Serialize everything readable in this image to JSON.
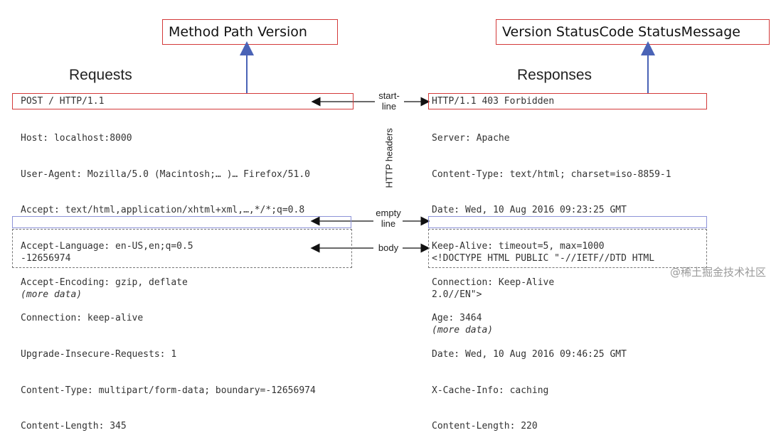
{
  "request": {
    "summary_label": "Method Path Version",
    "title": "Requests",
    "start_line": "POST / HTTP/1.1",
    "headers": [
      "Host: localhost:8000",
      "User-Agent: Mozilla/5.0 (Macintosh;… )… Firefox/51.0",
      "Accept: text/html,application/xhtml+xml,…,*/*;q=0.8",
      "Accept-Language: en-US,en;q=0.5",
      "Accept-Encoding: gzip, deflate",
      "Connection: keep-alive",
      "Upgrade-Insecure-Requests: 1",
      "Content-Type: multipart/form-data; boundary=-12656974",
      "Content-Length: 345"
    ],
    "body_lines": [
      "-12656974",
      "(more data)"
    ]
  },
  "response": {
    "summary_label": "Version StatusCode StatusMessage",
    "title": "Responses",
    "start_line": "HTTP/1.1 403 Forbidden",
    "headers": [
      "Server: Apache",
      "Content-Type: text/html; charset=iso-8859-1",
      "Date: Wed, 10 Aug 2016 09:23:25 GMT",
      "Keep-Alive: timeout=5, max=1000",
      "Connection: Keep-Alive",
      "Age: 3464",
      "Date: Wed, 10 Aug 2016 09:46:25 GMT",
      "X-Cache-Info: caching",
      "Content-Length: 220"
    ],
    "body_lines": [
      "<!DOCTYPE HTML PUBLIC \"-//IETF//DTD HTML",
      "2.0//EN\">",
      "(more data)"
    ]
  },
  "middle": {
    "start_line_label": [
      "start-",
      "line"
    ],
    "http_headers_label": "HTTP headers",
    "empty_line_label": [
      "empty",
      "line"
    ],
    "body_label": "body"
  },
  "watermark": "@稀土掘金技术社区",
  "colors": {
    "red_box": "#d33a3a",
    "blue_arrow": "#4a63b6",
    "empty_line_box": "#8d93d8"
  }
}
